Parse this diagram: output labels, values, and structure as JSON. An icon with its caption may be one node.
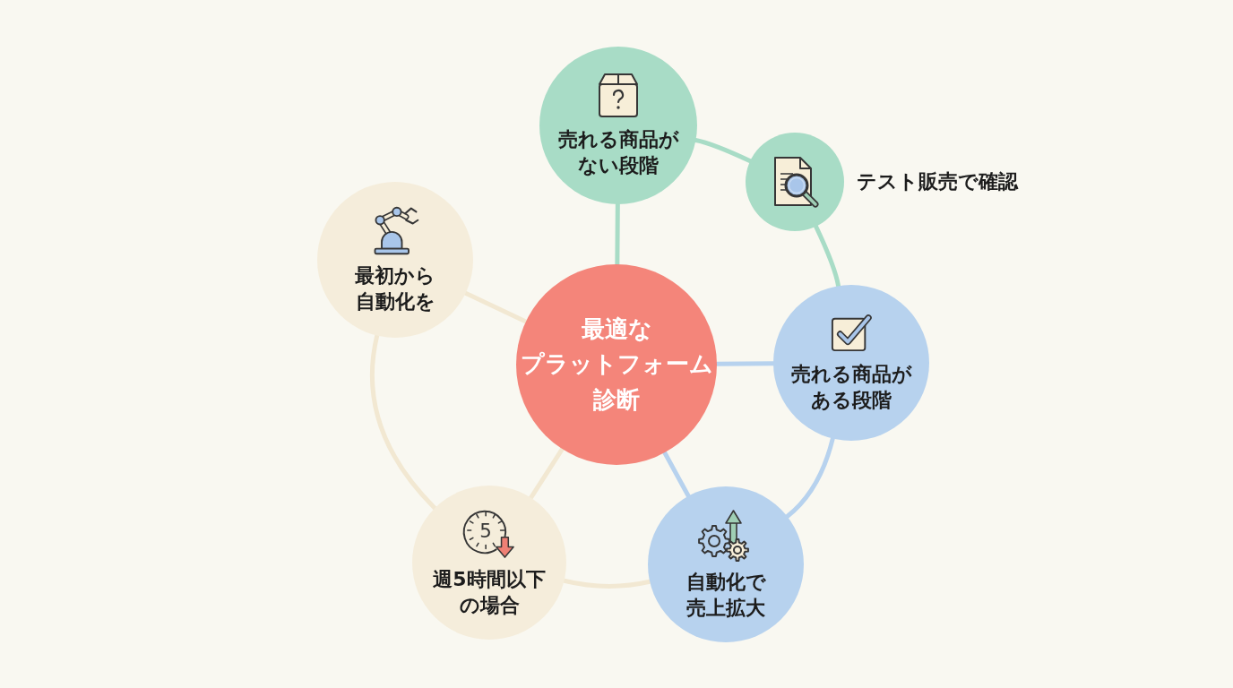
{
  "diagram": {
    "nodes": [
      {
        "text": [
          "最適なプラットフォーム診断"
        ]
      },
      {
        "text": [
          "売れる商品がない段階"
        ]
      },
      {
        "text": [
          "テスト販売で確認"
        ]
      },
      {
        "text": [
          "売れる商品がある段階"
        ]
      },
      {
        "text": [
          "自動化で売上拡大"
        ]
      },
      {
        "text": [
          "最初から自動化を"
        ]
      },
      {
        "text": [
          "週5時間以下の場合"
        ]
      }
    ],
    "edges": [
      {
        "from": 0,
        "to": 1,
        "arrow": "none",
        "color": "#a8dcc6"
      },
      {
        "from": 1,
        "to": 2,
        "arrow": "none",
        "color": "#a8dcc6"
      },
      {
        "from": 2,
        "to": 3,
        "arrow": "none",
        "color": "#a8dcc6"
      },
      {
        "from": 0,
        "to": 3,
        "arrow": "none",
        "color": "#b7d2ee"
      },
      {
        "from": 3,
        "to": 4,
        "arrow": "none",
        "color": "#b7d2ee"
      },
      {
        "from": 0,
        "to": 4,
        "arrow": "none",
        "color": "#b7d2ee"
      },
      {
        "from": 4,
        "to": 6,
        "arrow": "none",
        "color": "#f2e8d2"
      },
      {
        "from": 0,
        "to": 6,
        "arrow": "none",
        "color": "#f2e8d2"
      },
      {
        "from": 6,
        "to": 5,
        "arrow": "none",
        "color": "#f2e8d2"
      },
      {
        "from": 0,
        "to": 5,
        "arrow": "none",
        "color": "#f2e8d2"
      }
    ],
    "labels": [
      "5"
    ]
  }
}
